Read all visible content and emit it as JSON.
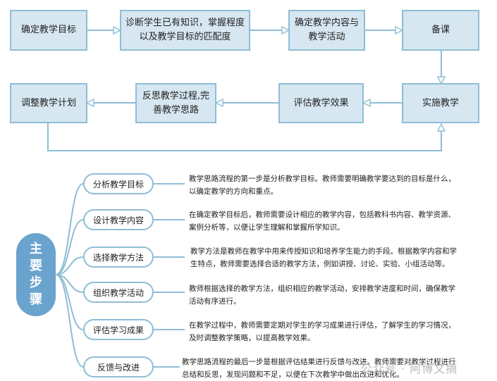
{
  "flow": {
    "row1": [
      "确定教学目标",
      "诊断学生已有知识，掌握程度以及教学目标的匹配度",
      "确定教学内容与教学活动",
      "备课"
    ],
    "row2": [
      "调整教学计划",
      "反思教学过程,完善教学思路",
      "评估教学效果",
      "实施教学"
    ]
  },
  "mindmap": {
    "center": "主要步骤",
    "items": [
      {
        "label": "分析教学目标",
        "desc": "教学思路流程的第一步是分析教学目标。教师需要明确教学要达到的目标是什么，以确定教学的方向和重点。"
      },
      {
        "label": "设计教学内容",
        "desc": "在确定教学目标后，教师需要设计相应的教学内容，包括教科书内容、教学资源、案例分析等，以便让学生理解和掌握所学知识。"
      },
      {
        "label": "选择教学方法",
        "desc": "教学方法是教师在教学中用来传授知识和培养学生能力的手段。根据教学内容和学生特点，教师需要选择合适的教学方法，例如讲授、讨论、实验、小组活动等。"
      },
      {
        "label": "组织教学活动",
        "desc": "教师根据选择的教学方法，组织相应的教学活动，安排教学进度和时间，确保教学活动有序进行。"
      },
      {
        "label": "评估学习成果",
        "desc": "在教学过程中，教师需要定期对学生的学习成果进行评估，了解学生的学习情况，及时调整教学策略，以提高教学效果。"
      },
      {
        "label": "反馈与改进",
        "desc": "教学思路流程的最后一步是根据评估结果进行反馈与改进。教师需要对教学过程进行总结和反思，发现问题和不足，以便在下次教学中做出改进和优化。"
      }
    ]
  },
  "watermark": "公众号 · 阿博文摘",
  "colors": {
    "box_fill": "#d6e7f1",
    "box_border": "#8fbdd6",
    "center_fill": "#6aa3cd"
  }
}
